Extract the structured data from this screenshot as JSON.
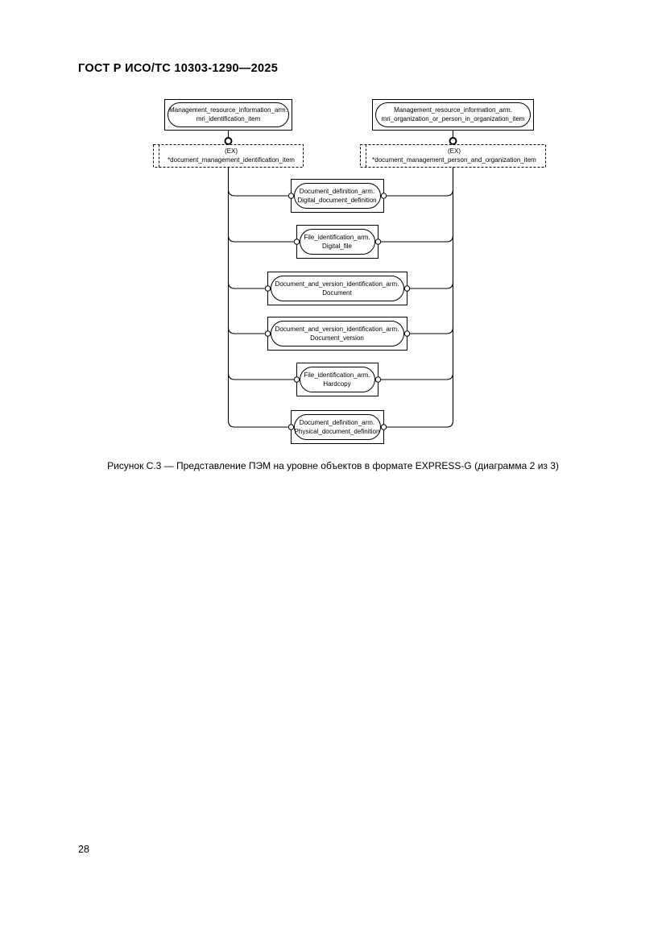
{
  "page": {
    "header": "ГОСТ Р ИСО/ТС 10303-1290—2025",
    "caption": "Рисунок С.3 — Представление ПЭМ на уровне объектов в формате EXPRESS-G (диаграмма 2 из 3)",
    "page_number": "28"
  },
  "diagram": {
    "top_entities": [
      {
        "line1": "Management_resource_information_arm.",
        "line2": "mri_identification_item"
      },
      {
        "line1": "Management_resource_information_arm.",
        "line2": "mri_organization_or_person_in_organization_item"
      }
    ],
    "select_refs": [
      {
        "line1": "(EX)",
        "line2": "*document_management_identification_item"
      },
      {
        "line1": "(EX)",
        "line2": "*document_management_person_and_organization_item"
      }
    ],
    "entities": [
      {
        "line1": "Document_definition_arm.",
        "line2": "Digital_document_definition"
      },
      {
        "line1": "File_identification_arm.",
        "line2": "Digital_file"
      },
      {
        "line1": "Document_and_version_identification_arm.",
        "line2": "Document"
      },
      {
        "line1": "Document_and_version_identification_arm.",
        "line2": "Document_version"
      },
      {
        "line1": "File_identification_arm.",
        "line2": "Hardcopy"
      },
      {
        "line1": "Document_definition_arm.",
        "line2": "Physical_document_definition"
      }
    ]
  }
}
